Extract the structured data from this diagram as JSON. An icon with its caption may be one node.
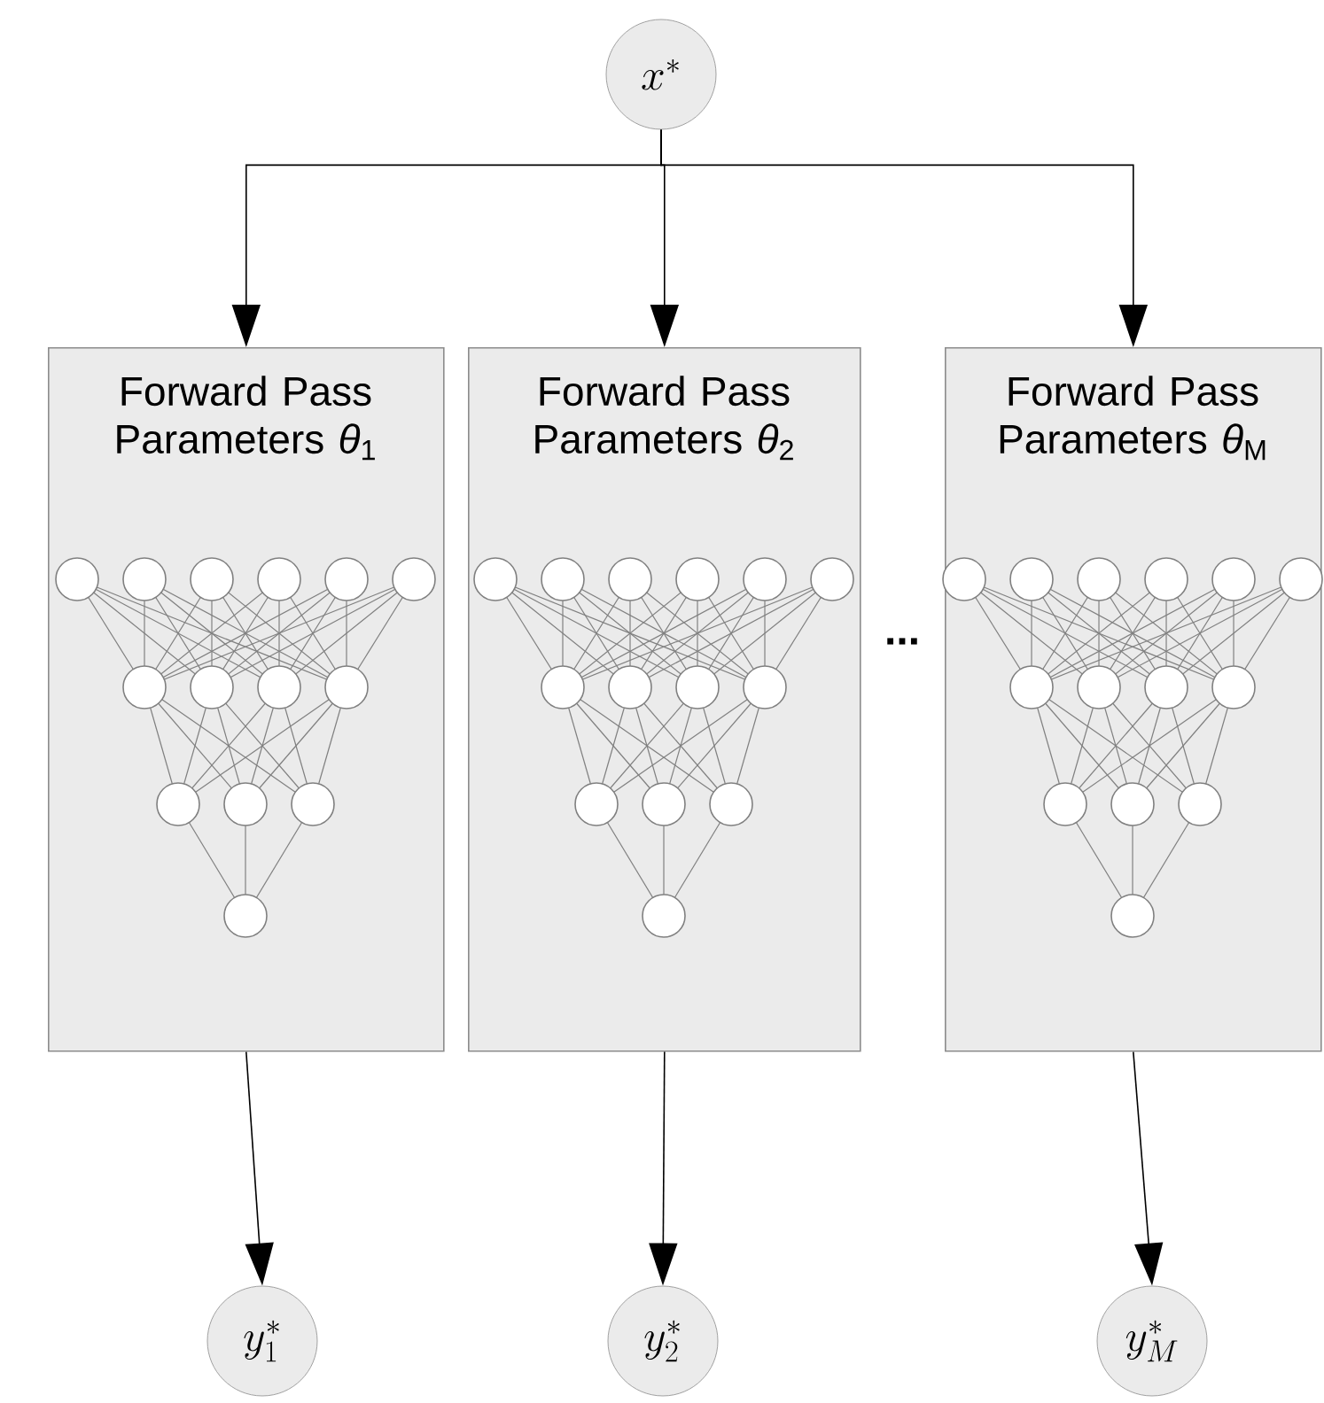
{
  "diagram": {
    "nodes": [
      {
        "text": [
          "x^{*}"
        ]
      },
      {
        "text": [
          "Forward Pass Parameters *θ*$_{1}$"
        ]
      },
      {
        "text": [
          "Forward Pass Parameters *θ*$_{2}$"
        ]
      },
      {
        "text": [
          "Forward Pass Parameters *θ*$_{M}$"
        ]
      },
      {
        "text": [
          "y^{*}_{1}"
        ]
      },
      {
        "text": [
          "y^{*}_{2}"
        ]
      },
      {
        "text": [
          "y^{*}_{M}"
        ]
      }
    ],
    "edges": [
      {
        "from": 0,
        "to": 1,
        "arrow": "to"
      },
      {
        "from": 0,
        "to": 2,
        "arrow": "to"
      },
      {
        "from": 0,
        "to": 3,
        "arrow": "to"
      },
      {
        "from": 1,
        "to": 4,
        "arrow": "to"
      },
      {
        "from": 2,
        "to": 5,
        "arrow": "to"
      },
      {
        "from": 3,
        "to": 6,
        "arrow": "to"
      }
    ],
    "labels": [
      "..."
    ]
  }
}
